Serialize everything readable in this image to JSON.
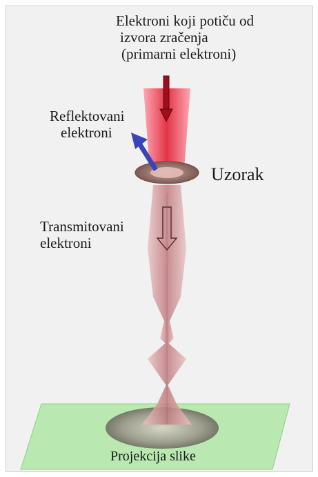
{
  "labels": {
    "primary_line1": "Elektroni koji potiču od",
    "primary_line2": "izvora zračenja",
    "primary_line3": "(primarni elektroni)",
    "reflected_line1": "Reflektovani",
    "reflected_line2": "elektroni",
    "sample": "Uzorak",
    "transmitted_line1": "Transmitovani",
    "transmitted_line2": "elektroni",
    "projection": "Projekcija slike"
  },
  "colors": {
    "primary_beam": "#e0142a",
    "reflected_arrow": "#3a44b8",
    "transmitted_beam": "#c8868a",
    "sample_disk": "#9a6f66",
    "projection_plane": "#b8e8b0"
  }
}
